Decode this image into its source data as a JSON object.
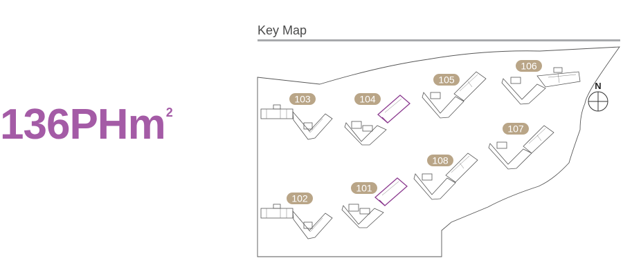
{
  "unit_type": {
    "main": "136PHm",
    "sup": "2",
    "color": "#a45ba6"
  },
  "key_map": {
    "title": "Key Map",
    "north_label": "N",
    "badge_color": "#b9a587",
    "highlight_color": "#8b3a8f",
    "buildings": [
      {
        "id": "101",
        "label": "101",
        "highlighted": true
      },
      {
        "id": "102",
        "label": "102",
        "highlighted": false
      },
      {
        "id": "103",
        "label": "103",
        "highlighted": false
      },
      {
        "id": "104",
        "label": "104",
        "highlighted": true
      },
      {
        "id": "105",
        "label": "105",
        "highlighted": false
      },
      {
        "id": "106",
        "label": "106",
        "highlighted": false
      },
      {
        "id": "107",
        "label": "107",
        "highlighted": false
      },
      {
        "id": "108",
        "label": "108",
        "highlighted": false
      }
    ]
  }
}
